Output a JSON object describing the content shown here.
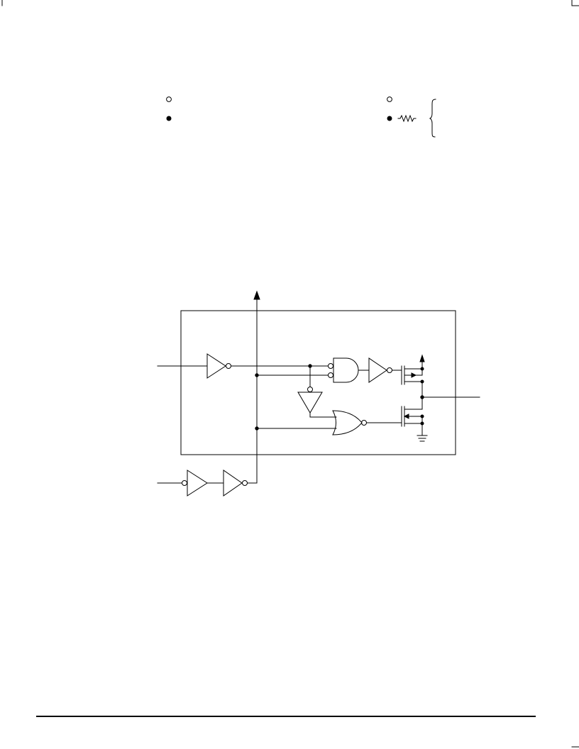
{
  "page": {
    "background": "#ffffff",
    "ink": "#000000"
  },
  "legend": {
    "left_column": {
      "items": [
        {
          "icon": "open-circle-icon"
        },
        {
          "icon": "filled-dot-icon"
        }
      ]
    },
    "right_column": {
      "items": [
        {
          "icon": "open-circle-icon"
        },
        {
          "icon": "filled-dot-icon",
          "extra_icon": "resistor-icon"
        }
      ],
      "group_marker": "left-brace-icon"
    }
  },
  "schematic": {
    "enclosure": "rectangle",
    "components": [
      {
        "type": "inverter",
        "role": "input-buffer"
      },
      {
        "type": "nand",
        "inputs": 2,
        "inverted_inputs": true
      },
      {
        "type": "inverter",
        "role": "pmos-driver"
      },
      {
        "type": "buffer",
        "orientation": "down"
      },
      {
        "type": "nor",
        "inputs": 2
      },
      {
        "type": "pmos",
        "role": "pull-up"
      },
      {
        "type": "nmos",
        "role": "pull-down"
      },
      {
        "type": "inverter",
        "role": "control-buffer",
        "inverted_input": true
      },
      {
        "type": "inverter",
        "role": "control-driver"
      },
      {
        "type": "supply-arrow"
      },
      {
        "type": "ground"
      }
    ]
  }
}
